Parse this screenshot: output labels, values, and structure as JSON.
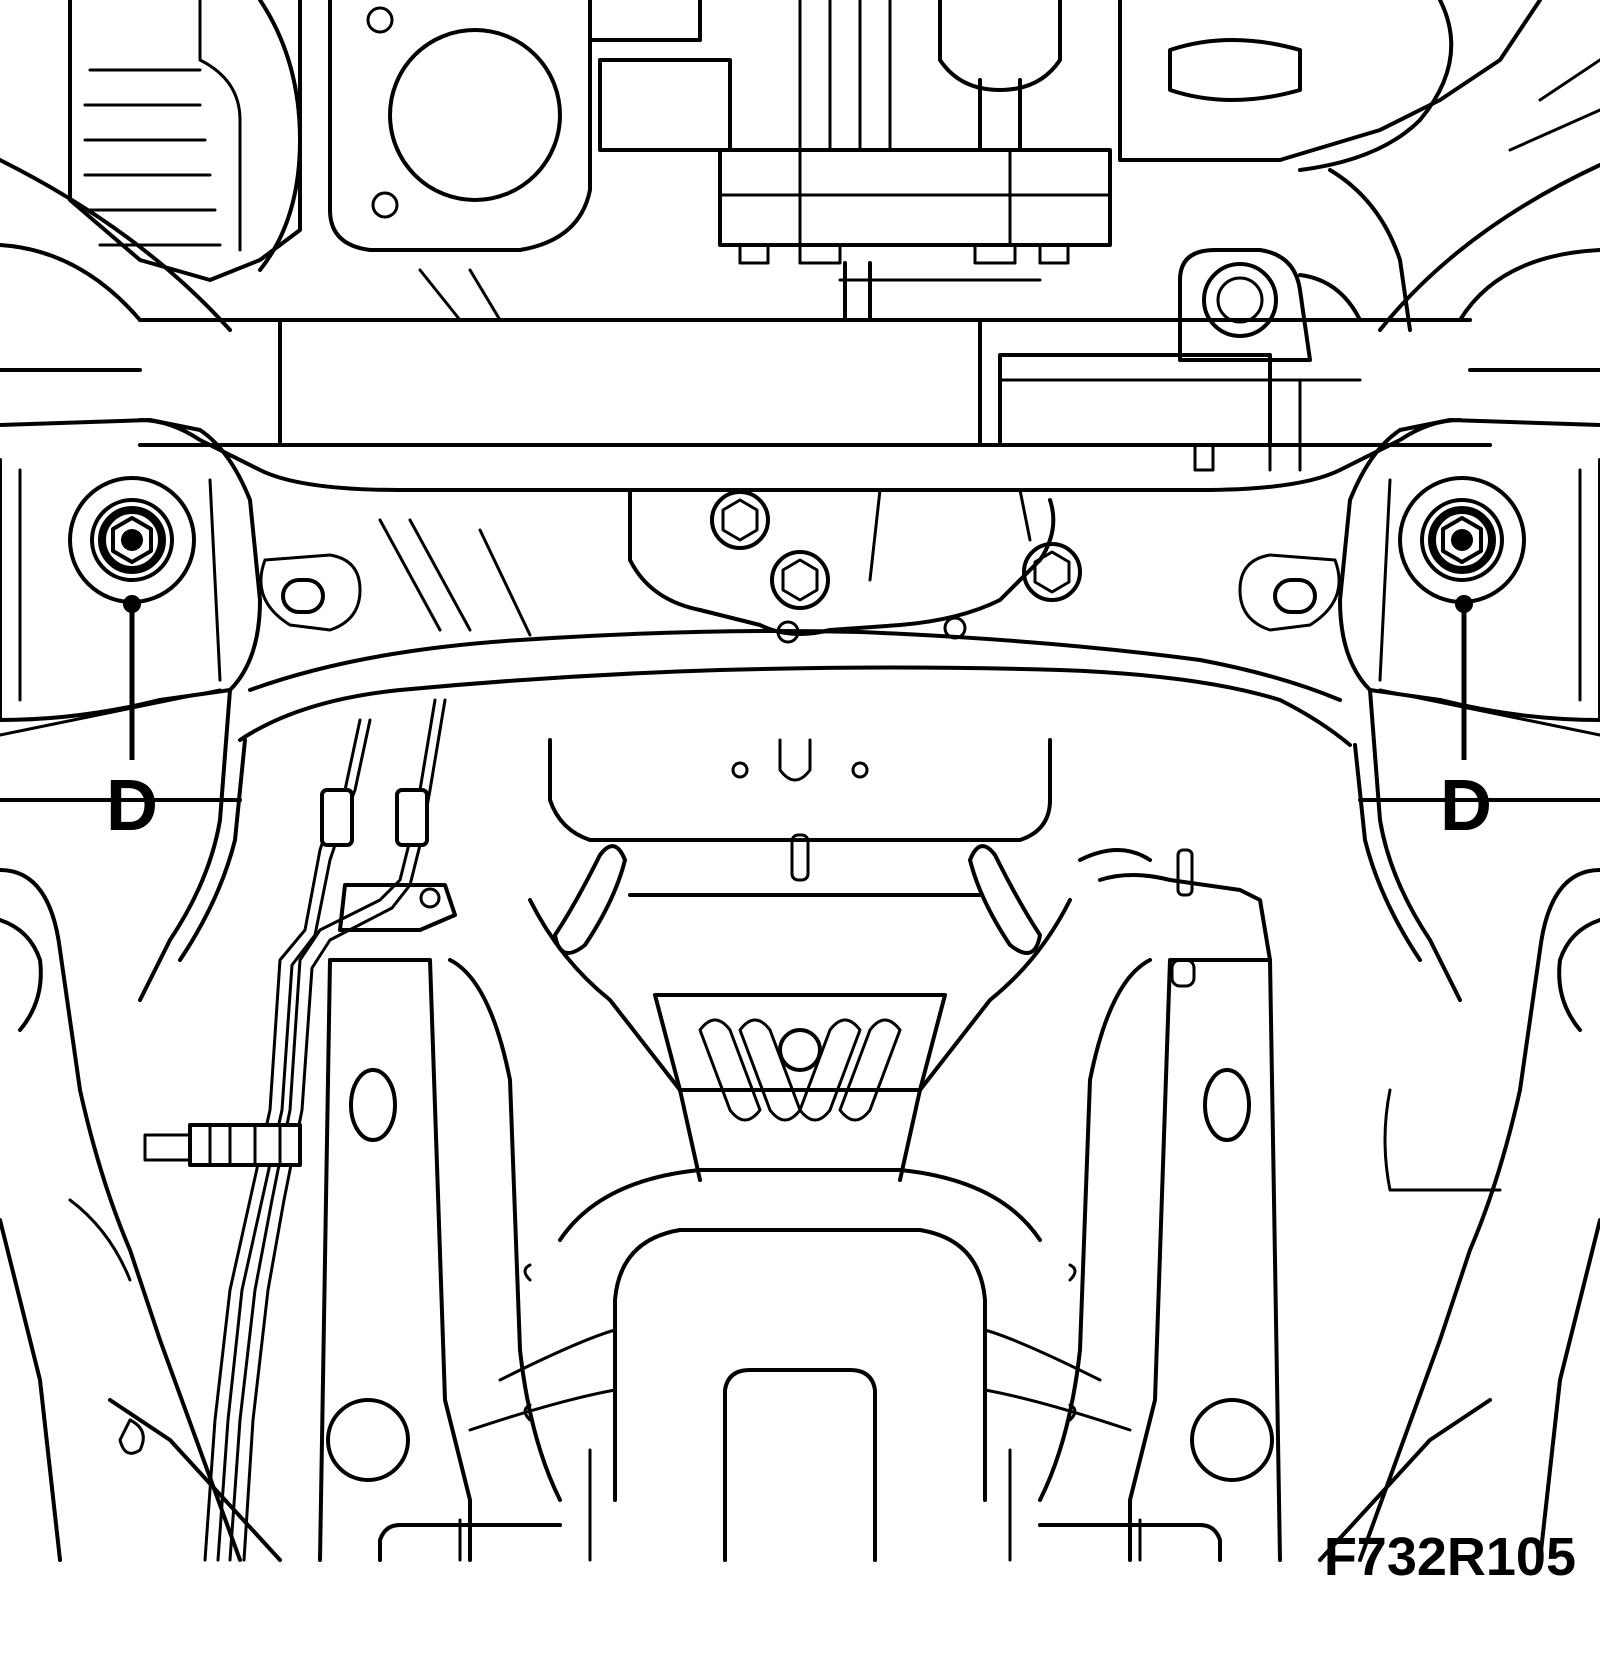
{
  "figure": {
    "id": "F732R105",
    "callouts": [
      {
        "label": "D",
        "target": "subframe-left-mounting-bolt"
      },
      {
        "label": "D",
        "target": "subframe-right-mounting-bolt"
      }
    ]
  },
  "colors": {
    "line": "#000000",
    "background": "#ffffff"
  }
}
